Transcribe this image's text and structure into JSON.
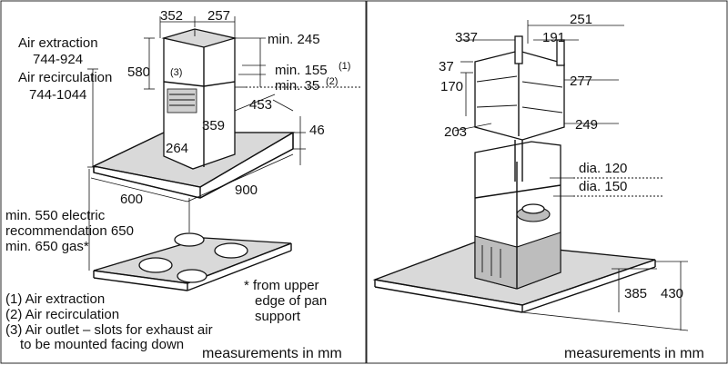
{
  "left": {
    "dims": {
      "d352": "352",
      "d257": "257",
      "min245": "min. 245",
      "d580": "580",
      "min155": "min. 155",
      "min155_ref": "(1)",
      "min35": "min. 35",
      "min35_ref": "(2)",
      "d453": "453",
      "d359": "359",
      "d264": "264",
      "d46": "46",
      "d600": "600",
      "d900": "900",
      "marker3": "(3)"
    },
    "air": {
      "extraction_label": "Air extraction",
      "extraction_range": "744-924",
      "recirculation_label": "Air recirculation",
      "recirculation_range": "744-1044"
    },
    "clearance": {
      "line1": "min. 550 electric",
      "line2": "recommendation 650",
      "line3": "min. 650 gas*"
    },
    "footnote": {
      "line1": "* from upper",
      "line2": "edge of pan",
      "line3": "support"
    },
    "legend": {
      "item1": "(1)  Air extraction",
      "item2": "(2)  Air recirculation",
      "item3a": "(3)  Air outlet – slots for exhaust air",
      "item3b": "to be mounted facing down"
    },
    "units": "measurements in mm"
  },
  "right": {
    "dims": {
      "d251": "251",
      "d337": "337",
      "d191": "191",
      "d37": "37",
      "d170": "170",
      "d277": "277",
      "d249": "249",
      "d203": "203",
      "dia120": "dia. 120",
      "dia150": "dia. 150",
      "d385": "385",
      "d430": "430"
    },
    "units": "measurements in mm"
  }
}
